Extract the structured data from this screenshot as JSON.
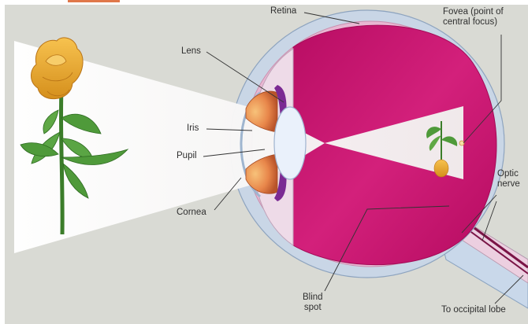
{
  "labels": {
    "retina": "Retina",
    "fovea": "Fovea (point of\ncentral focus)",
    "lens": "Lens",
    "iris": "Iris",
    "pupil": "Pupil",
    "cornea": "Cornea",
    "optic_nerve": "Optic\nnerve",
    "blind_spot": "Blind\nspot",
    "occipital": "To occipital lobe"
  },
  "colors": {
    "background": "#d9dad4",
    "sclera": "#c9d6e6",
    "choroid": "#e8b7d2",
    "vitreous": "#c8116e",
    "light_beam": "#f4f3f0",
    "iris": "#e8864a",
    "lens": "#eaf1fb",
    "rose_petal": "#f2b233",
    "leaf": "#4f9a3a",
    "stem": "#3b7d2a"
  }
}
